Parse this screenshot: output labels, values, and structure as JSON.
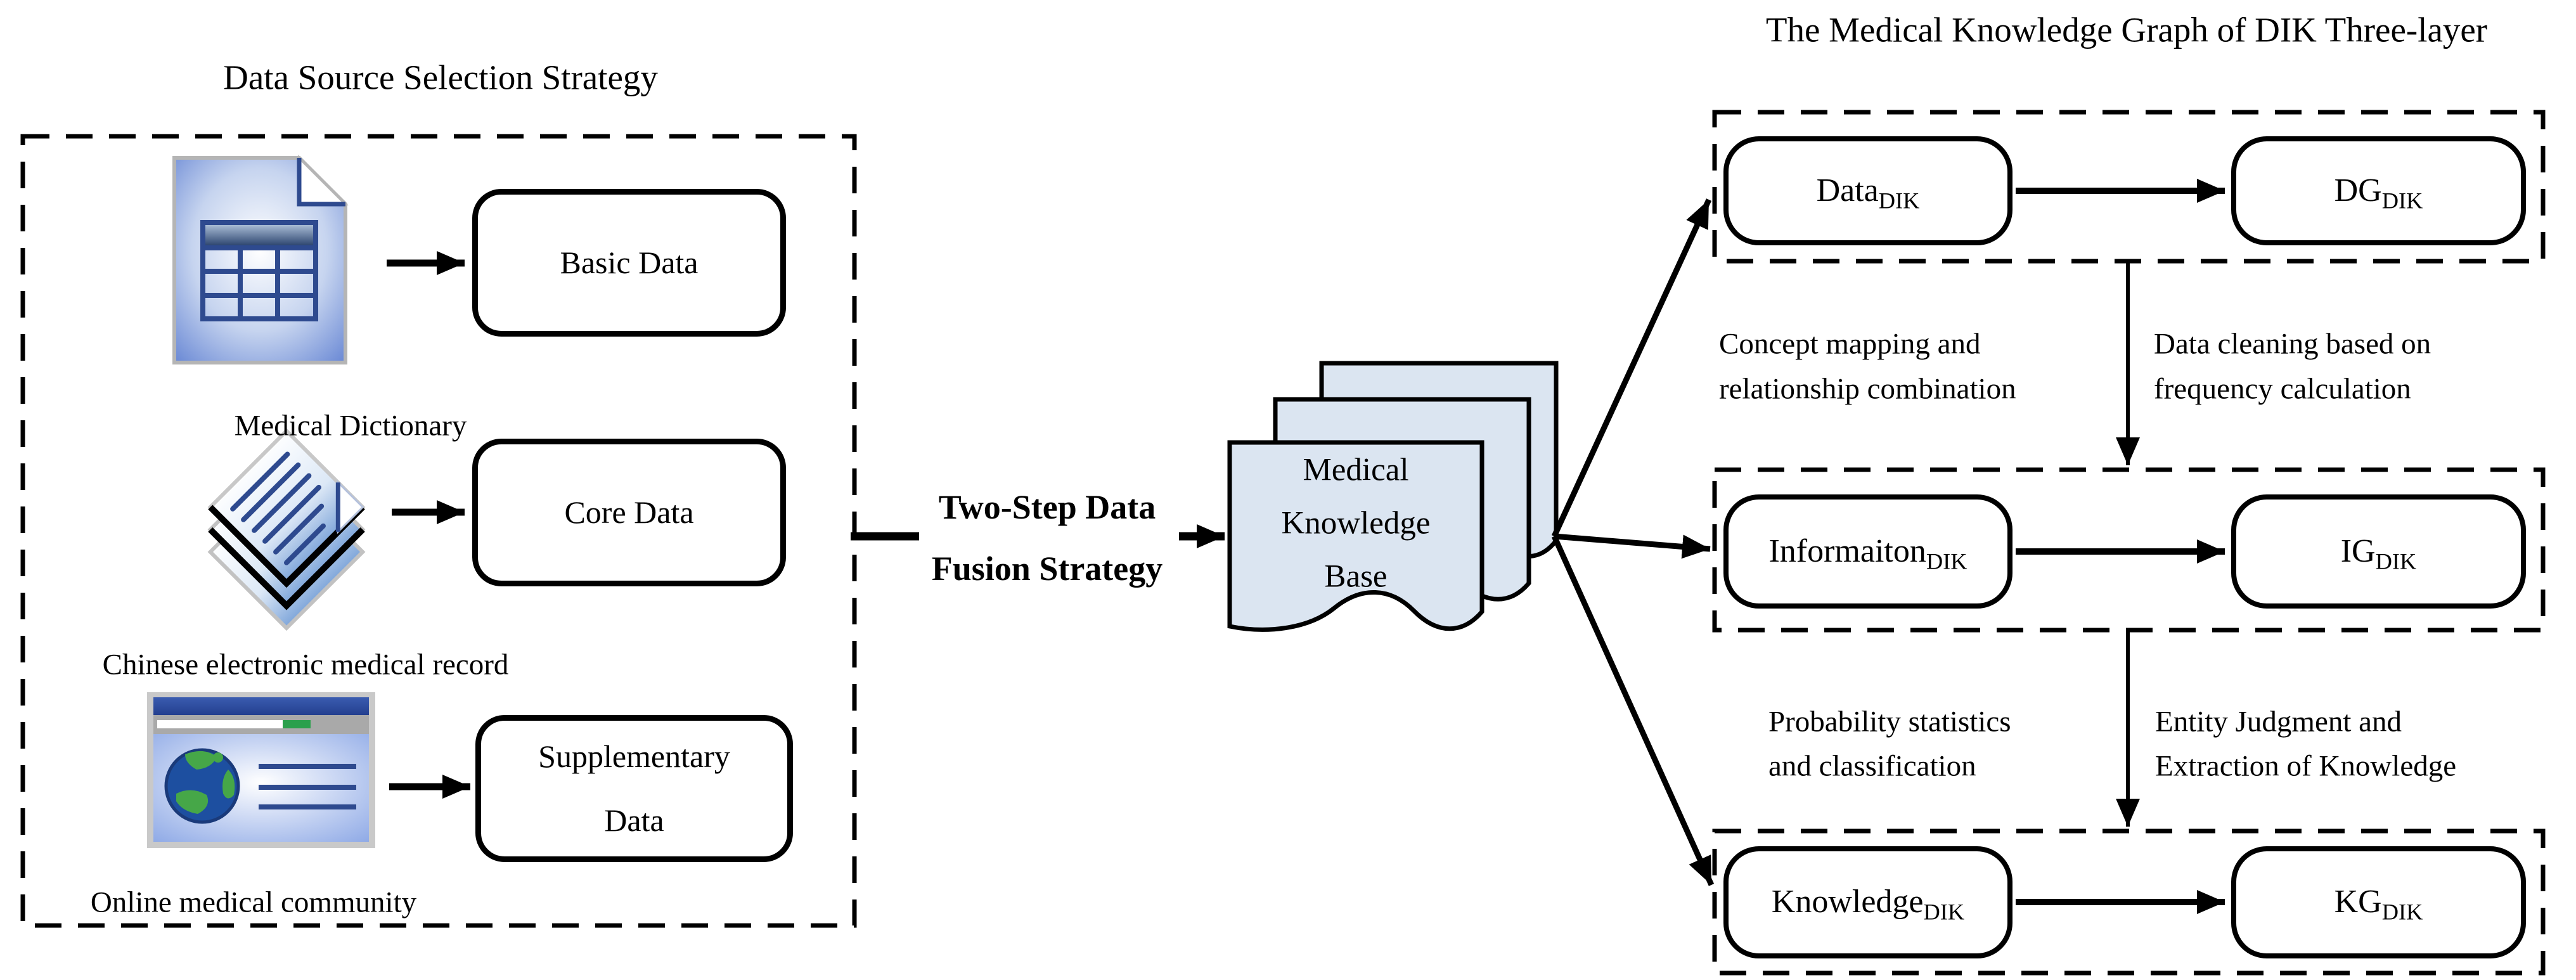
{
  "left_panel": {
    "title": "Data Source Selection Strategy",
    "basic_data": "Basic Data",
    "medical_dictionary": "Medical Dictionary",
    "core_data": "Core Data",
    "chinese_emr": "Chinese electronic medical record",
    "supplementary_line1": "Supplementary",
    "supplementary_line2": "Data",
    "online_community": "Online medical community"
  },
  "middle": {
    "fusion_line1": "Two-Step Data",
    "fusion_line2": "Fusion Strategy",
    "kb_line1": "Medical",
    "kb_line2": "Knowledge",
    "kb_line3": "Base"
  },
  "right_panel": {
    "title": "The Medical Knowledge Graph of DIK Three-layer",
    "data_node": "Data",
    "data_sub": "DIK",
    "dg_node": "DG",
    "dg_sub": "DIK",
    "info_node": "Informaiton",
    "info_sub": "DIK",
    "ig_node": "IG",
    "ig_sub": "DIK",
    "knowledge_node": "Knowledge",
    "knowledge_sub": "DIK",
    "kg_node": "KG",
    "kg_sub": "DIK",
    "concept_line1": "Concept mapping and",
    "concept_line2": "relationship combination",
    "cleaning_line1": "Data cleaning based on",
    "cleaning_line2": "frequency calculation",
    "probability_line1": "Probability statistics",
    "probability_line2": "and classification",
    "entity_line1": "Entity Judgment and",
    "entity_line2": "Extraction of Knowledge"
  },
  "colors": {
    "page_fill": "#dbe5f1",
    "doc_icon_blue": "#7d99dd",
    "navy": "#2e4a8f",
    "titlebar_blue": "#2e4d9e",
    "toolbar_gray": "#a9a9a9",
    "button_green": "#2aa04c",
    "globe_ocean": "#1d4fa0",
    "globe_land": "#46a748",
    "frame_gray": "#c9c9c9",
    "line_black": "#000000"
  }
}
